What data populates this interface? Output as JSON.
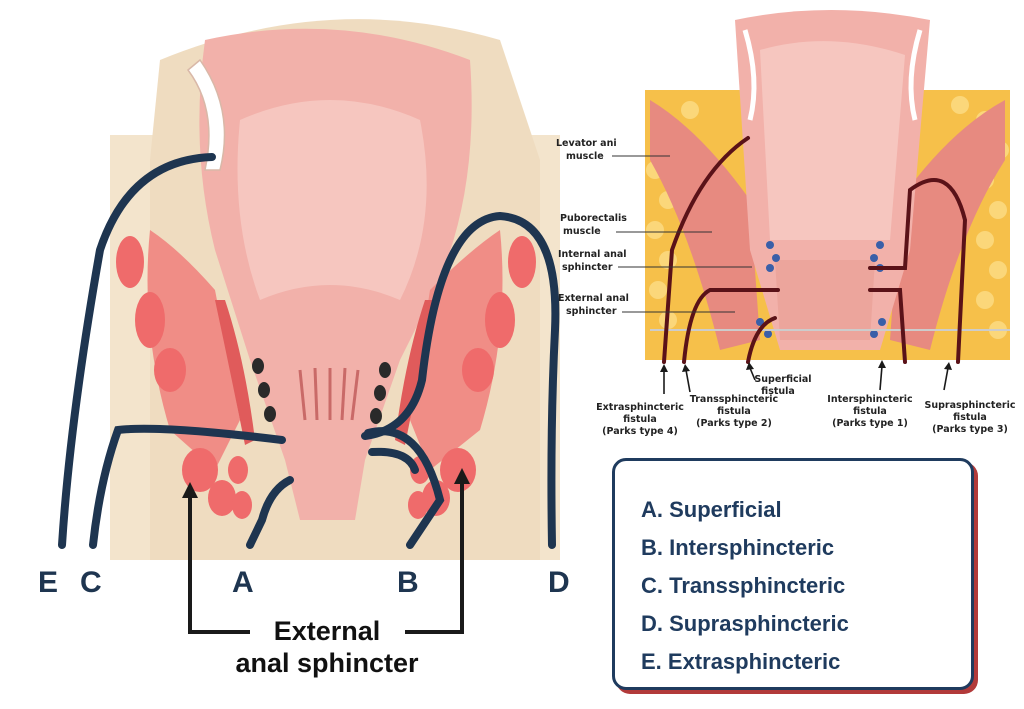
{
  "left_diagram": {
    "tract_labels": [
      "E",
      "C",
      "A",
      "B",
      "D"
    ],
    "caption_line1": "External",
    "caption_line2": "anal sphincter"
  },
  "right_diagram": {
    "structure_labels": [
      "Levator ani",
      "muscle",
      "Puborectalis",
      "muscle",
      "Internal anal",
      "sphincter",
      "External anal",
      "sphincter"
    ],
    "fistula_labels": {
      "superficial": [
        "Superficial",
        "fistula"
      ],
      "extrasphincteric": [
        "Extrasphincteric",
        "fistula",
        "(Parks type 4)"
      ],
      "transsphincteric": [
        "Transsphincteric",
        "fistula",
        "(Parks type 2)"
      ],
      "intersphincteric": [
        "Intersphincteric",
        "fistula",
        "(Parks type 1)"
      ],
      "suprasphincteric": [
        "Suprasphincteric",
        "fistula",
        "(Parks type 3)"
      ]
    }
  },
  "legend": {
    "items": [
      "A. Superficial",
      "B. Intersphincteric",
      "C. Transsphincteric",
      "D. Suprasphincteric",
      "E. Extrasphincteric"
    ]
  },
  "colors": {
    "tract_line": "#1e3550",
    "muscle": "#ef6b6b",
    "mucosa": "#f2b1aa",
    "fat": "#f6c04a",
    "skin": "#efdcc0",
    "tract_dark": "#5a1218"
  }
}
